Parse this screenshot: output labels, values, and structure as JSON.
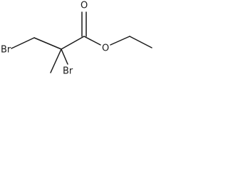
{
  "molecule": {
    "atoms": [
      {
        "id": "br1",
        "element": "Br",
        "label": "Br"
      },
      {
        "id": "c3",
        "element": "C",
        "label": ""
      },
      {
        "id": "c2",
        "element": "C",
        "label": ""
      },
      {
        "id": "br2",
        "element": "Br",
        "label": "Br"
      },
      {
        "id": "me",
        "element": "C",
        "label": ""
      },
      {
        "id": "c1",
        "element": "C",
        "label": ""
      },
      {
        "id": "o_carbonyl",
        "element": "O",
        "label": "O"
      },
      {
        "id": "o_ester",
        "element": "O",
        "label": "O"
      },
      {
        "id": "ch2",
        "element": "C",
        "label": ""
      },
      {
        "id": "ch3",
        "element": "C",
        "label": ""
      }
    ],
    "bonds": [
      {
        "from": "br1",
        "to": "c3",
        "order": 1
      },
      {
        "from": "c3",
        "to": "c2",
        "order": 1
      },
      {
        "from": "c2",
        "to": "br2",
        "order": 1
      },
      {
        "from": "c2",
        "to": "me",
        "order": 1
      },
      {
        "from": "c2",
        "to": "c1",
        "order": 1
      },
      {
        "from": "c1",
        "to": "o_carbonyl",
        "order": 2
      },
      {
        "from": "c1",
        "to": "o_ester",
        "order": 1
      },
      {
        "from": "o_ester",
        "to": "ch2",
        "order": 1
      },
      {
        "from": "ch2",
        "to": "ch3",
        "order": 1
      }
    ]
  }
}
